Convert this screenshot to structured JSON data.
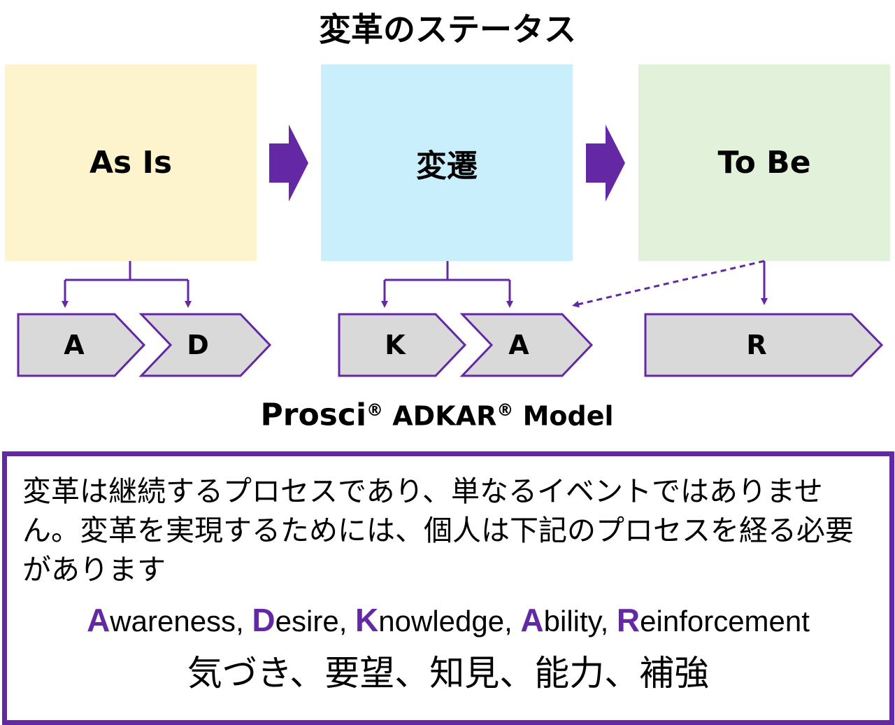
{
  "title": "変革のステータス",
  "stages": {
    "as_is": "As Is",
    "transition": "変遷",
    "to_be": "To Be"
  },
  "adkar_steps": [
    {
      "letter": "A"
    },
    {
      "letter": "D"
    },
    {
      "letter": "K"
    },
    {
      "letter": "A"
    },
    {
      "letter": "R"
    }
  ],
  "model": {
    "brand": "Prosci",
    "reg_mark": "®",
    "name": "ADKAR",
    "suffix": "Model"
  },
  "panel": {
    "description": "変革は継続するプロセスであり、単なるイベントではありません。変革を実現するためには、個人は下記のプロセスを経る必要があります",
    "terms": [
      {
        "initial": "A",
        "rest": "wareness",
        "sep": ", "
      },
      {
        "initial": "D",
        "rest": "esire",
        "sep": ", "
      },
      {
        "initial": "K",
        "rest": "nowledge",
        "sep": ", "
      },
      {
        "initial": "A",
        "rest": "bility",
        "sep": ", "
      },
      {
        "initial": "R",
        "rest": "einforcement",
        "sep": ""
      }
    ],
    "japanese_terms": "気づき、要望、知見、能力、補強"
  },
  "colors": {
    "accent": "#6528a4",
    "as_is_fill": "#fdf3cd",
    "transition_fill": "#c9eefc",
    "to_be_fill": "#e1f1da",
    "chevron_fill": "#d9d9d9"
  }
}
